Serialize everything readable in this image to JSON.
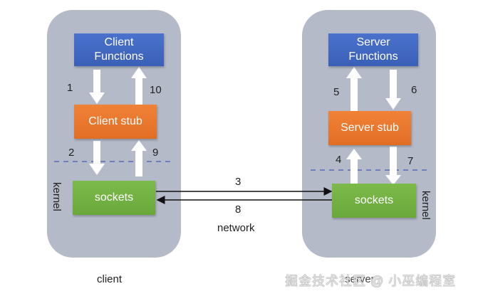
{
  "client": {
    "functions_label": "Client Functions",
    "stub_label": "Client stub",
    "sockets_label": "sockets",
    "kernel_label": "kernel",
    "caption": "client"
  },
  "server": {
    "functions_label": "Server Functions",
    "stub_label": "Server stub",
    "sockets_label": "sockets",
    "kernel_label": "kernel",
    "caption": "server"
  },
  "steps": {
    "s1": "1",
    "s2": "2",
    "s3": "3",
    "s4": "4",
    "s5": "5",
    "s6": "6",
    "s7": "7",
    "s8": "8",
    "s9": "9",
    "s10": "10"
  },
  "network_label": "network",
  "watermark": "掘金技术社区 @ 小巫编程室",
  "colors": {
    "panel": "#b4bac8",
    "functions": "#4067c2",
    "stub": "#e9782e",
    "sockets": "#74b244",
    "kernel_divider": "#5a6bb8"
  }
}
